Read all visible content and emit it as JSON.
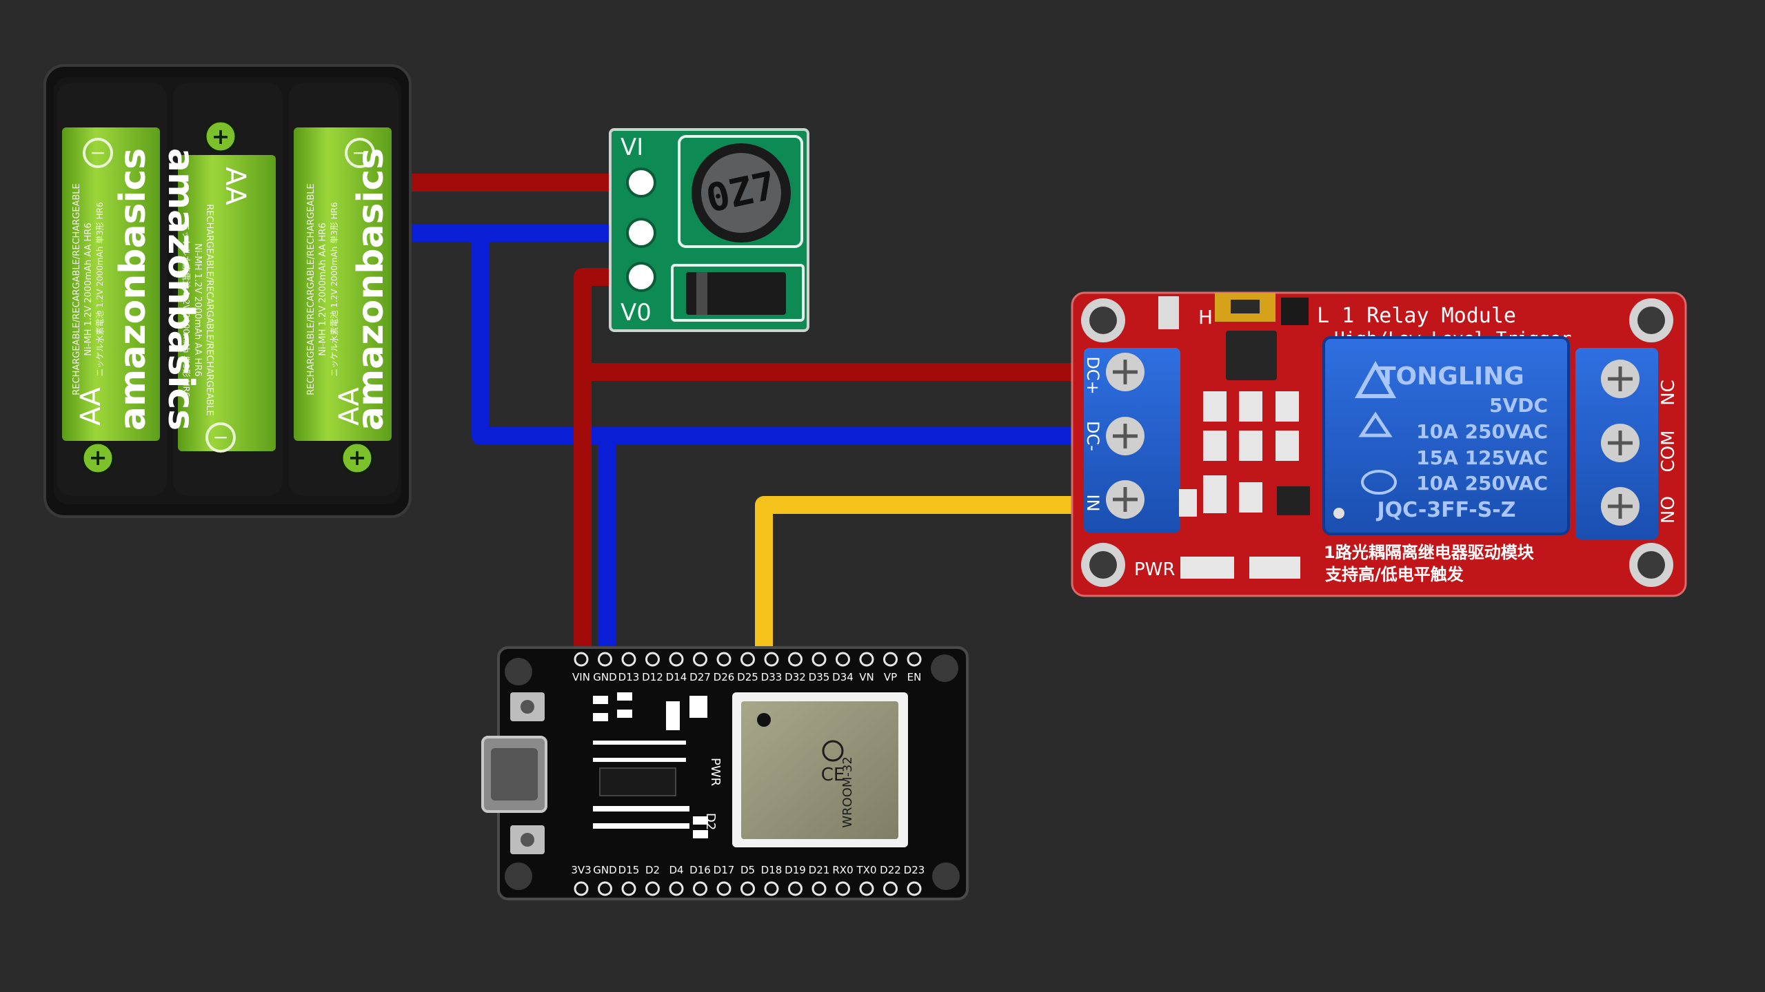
{
  "colors": {
    "background": "#2b2b2b",
    "wire_power": "#a30a0a",
    "wire_ground": "#0a1ed6",
    "wire_signal": "#f5c21b",
    "battery_green": "#7cc12a",
    "buck_pcb": "#0e8a55",
    "relay_pcb": "#c0161a",
    "relay_block": "#1f5fc8",
    "esp_pcb": "#0c0c0c"
  },
  "battery": {
    "cells": [
      {
        "brand": "amazonbasics",
        "size": "AA",
        "spec": "RECHARGEABLE/RECARGABLE/RECHARGEABLE",
        "rating": "Ni-MH 1.2V 2000mAh AA HR6",
        "note": "ニッケル水素電池 1.2V 2000mAh 単3形 HR6",
        "polarity_top": "−",
        "polarity_bottom": "+"
      },
      {
        "brand": "amazonbasics",
        "size": "AA",
        "spec": "RECHARGEABLE/RECARGABLE/RECHARGEABLE",
        "rating": "Ni-MH 1.2V 2000mAh AA HR6",
        "note": "ニッケル水素電池 1.2V 2000mAh 単3形 HR6",
        "polarity_top": "+",
        "polarity_bottom": "−"
      },
      {
        "brand": "amazonbasics",
        "size": "AA",
        "spec": "RECHARGEABLE/RECARGABLE/RECHARGEABLE",
        "rating": "Ni-MH 1.2V 2000mAh AA HR6",
        "note": "ニッケル水素電池 1.2V 2000mAh 単3形 HR6",
        "polarity_top": "−",
        "polarity_bottom": "+"
      }
    ]
  },
  "buck": {
    "vin_label": "VI",
    "vout_label": "V0",
    "inductor_label": "0Z7"
  },
  "relay": {
    "title": "L 1 Relay Module",
    "subtitle": "High/Low Level Trigger",
    "h_label": "H",
    "pin_labels": [
      "DC+",
      "DC-",
      "IN"
    ],
    "out_labels": [
      "NC",
      "COM",
      "NO"
    ],
    "relay_brand": "TONGLING",
    "relay_lines": [
      "5VDC",
      "10A 250VAC",
      "15A 125VAC",
      "10A 250VAC"
    ],
    "relay_model": "JQC-3FF-S-Z",
    "pwr_label": "PWR",
    "chinese_line1": "1路光耦隔离继电器驱动模块",
    "chinese_line2": "支持高/低电平触发"
  },
  "esp32": {
    "top_pins": [
      "VIN",
      "GND",
      "D13",
      "D12",
      "D14",
      "D27",
      "D26",
      "D25",
      "D33",
      "D32",
      "D35",
      "D34",
      "VN",
      "VP",
      "EN"
    ],
    "bottom_pins": [
      "3V3",
      "GND",
      "D15",
      "D2",
      "D4",
      "D16",
      "D17",
      "D5",
      "D18",
      "D19",
      "D21",
      "RX0",
      "TX0",
      "D22",
      "D23"
    ],
    "pwr_label": "PWR",
    "d2_label": "D2",
    "module_text": "WROOM-32"
  }
}
